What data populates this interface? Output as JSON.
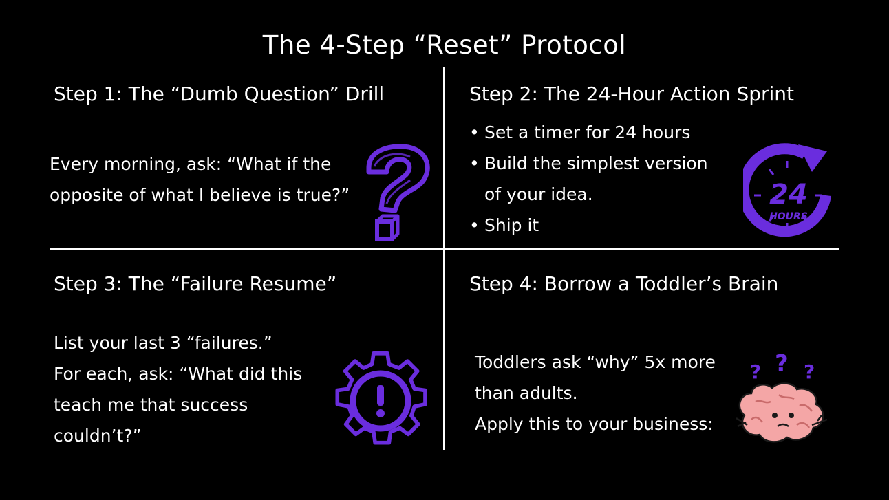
{
  "title": "The 4-Step “Reset” Protocol",
  "accent_color": "#6a2dde",
  "brain_color": "#f4a6a6",
  "steps": [
    {
      "heading": "Step 1: The “Dumb Question” Drill",
      "lines": [
        "Every morning, ask: “What if the",
        "opposite of what I believe is true?”"
      ],
      "icon": "question-mark-icon"
    },
    {
      "heading": "Step 2: The 24-Hour Action Sprint",
      "bullets": [
        {
          "text": "Set a timer for 24 hours"
        },
        {
          "text": "Build the simplest version",
          "continuation": "of your idea."
        },
        {
          "text": "Ship it"
        }
      ],
      "icon": "clock-24-hours-icon",
      "icon_number": "24",
      "icon_label": "HOURS"
    },
    {
      "heading": "Step 3: The “Failure Resume”",
      "lines": [
        "List your last 3 “failures.”",
        "For each, ask: “What did this",
        "teach me that success",
        "couldn’t?”"
      ],
      "icon": "gear-exclamation-icon"
    },
    {
      "heading": "Step 4: Borrow a Toddler’s Brain",
      "lines": [
        "Toddlers ask “why” 5x more",
        "than adults.",
        "Apply this to your business:"
      ],
      "icon": "confused-brain-icon"
    }
  ]
}
